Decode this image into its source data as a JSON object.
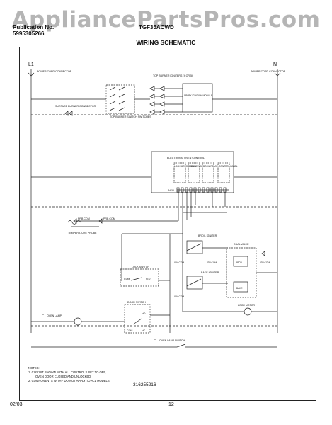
{
  "watermark": "AppliancePartsPros.com",
  "header": {
    "publication": "Publication No.",
    "part_number": "5995305266",
    "model": "TGF35ACWD",
    "title": "WIRING SCHEMATIC"
  },
  "rails": {
    "left": "L1",
    "right": "N"
  },
  "labels": {
    "power_cord_left": "POWER CORD\nCONNECTOR",
    "power_cord_right": "POWER CORD\nCONNECTOR",
    "surface_burner_connector": "SURFACE\nBURNER\nCONNECTOR",
    "burner_switches": "TOP BURNER\nSWITCH\nSWITCHES",
    "top_burner_igniters": "TOP BURNER\nIGNITERS\n(4 OR 5)",
    "spark_module": "SPARK\nIGNITION\nMODULE",
    "electronic_oven_control": "ELECTRONIC OVEN CONTROL",
    "relay_1": "LOCK MOTOR\nRELAY",
    "relay_2": "BAKE\nRELAY",
    "relay_3": "BROIL\nRELAY",
    "relay_4": "CONTROL\nPANEL",
    "terminal_row": "NEU",
    "probe_com": "PRB COM",
    "probe_sense": "PRB COM",
    "temperature_probe": "TEMPERATURE\nPROBE",
    "lock_switch": "LOCK SWITCH",
    "lock_com": "COM",
    "lock_no": "N.O",
    "door_switch": "DOOR SWITCH",
    "door_com": "COM",
    "door_nc": "NC",
    "door_no": "NO",
    "oven_lamp": "OVEN LAMP",
    "oven_lamp_switch": "OVEN LAMP SWITCH",
    "broil_igniter": "BROIL\nIGNITER",
    "bake_igniter": "BAKE\nIGNITER",
    "dual_valve": "DUAL VALVE",
    "broil": "BROIL",
    "bake": "BAKE",
    "lock_motor": "LOCK MOTOR",
    "ign_com_1": "IGN\nCOM",
    "ign_com_2": "IGN\nCOM",
    "ign_com_3": "IGN\nCOM",
    "ign_com_4": "IGN\nCOM"
  },
  "notes": {
    "heading": "NOTES:",
    "line1": "1.  CIRCUIT SHOWN WITH ALL CONTROLS SET TO OFF,",
    "line2": "OVEN DOOR CLOSED AND UNLOCKED.",
    "line3": "2.  COMPONENTS WITH  * DO NOT APPLY TO ALL MODELS."
  },
  "diagram_number": "316255216",
  "footer": {
    "date": "02/03",
    "page": "12"
  }
}
